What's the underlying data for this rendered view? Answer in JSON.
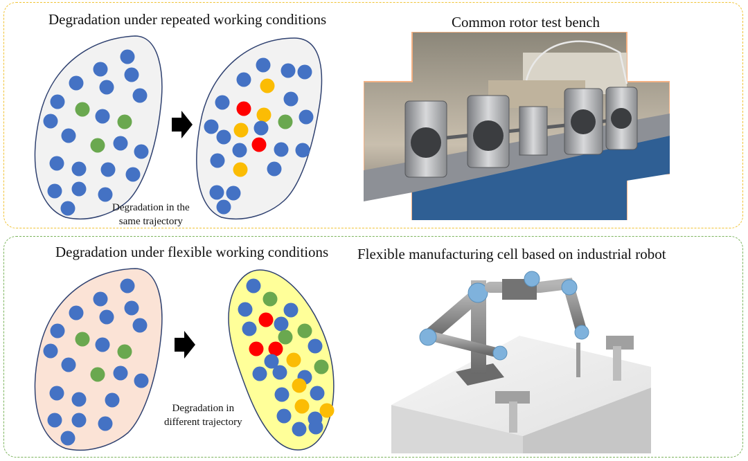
{
  "top_panel": {
    "title": "Degradation under repeated working conditions",
    "caption_line1": "Degradation in the",
    "caption_line2": "same trajectory",
    "photo_title": "Common rotor test bench",
    "photo_icon": "rotor-test-bench-photo"
  },
  "bottom_panel": {
    "title": "Degradation under flexible working conditions",
    "caption_line1": "Degradation in",
    "caption_line2": "different trajectory",
    "photo_title": "Flexible manufacturing cell based on industrial robot",
    "photo_icon": "industrial-robot-cell-render"
  },
  "colors": {
    "top_border": "#f0c232",
    "bottom_border": "#7ab35a",
    "healthy": "#4472c4",
    "early": "#6aa84f",
    "mid": "#fbbc04",
    "severe": "#ff0000",
    "blob_gray": "#f2f2f2",
    "blob_peach": "#fbe3d6",
    "blob_yellow": "#ffff99",
    "blob_outline": "#2f4170"
  }
}
